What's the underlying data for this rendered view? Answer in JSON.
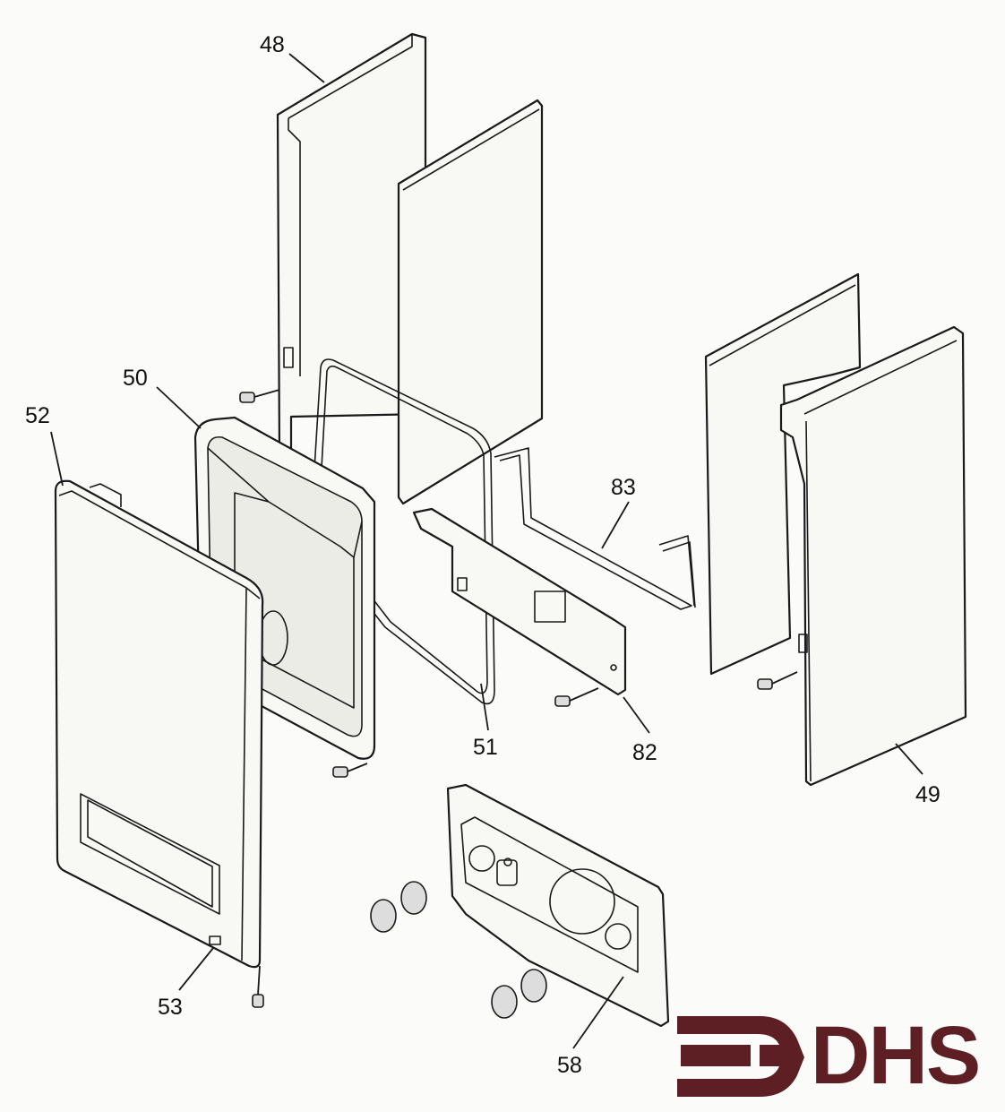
{
  "callouts": {
    "p48": "48",
    "p50": "50",
    "p52": "52",
    "p53": "53",
    "p51": "51",
    "p82": "82",
    "p83": "83",
    "p49": "49",
    "p58": "58"
  },
  "logo": {
    "text": "DHS",
    "color": "#5e1f24"
  },
  "colors": {
    "line": "#1a1a1a",
    "paper": "#fbfbf9"
  }
}
